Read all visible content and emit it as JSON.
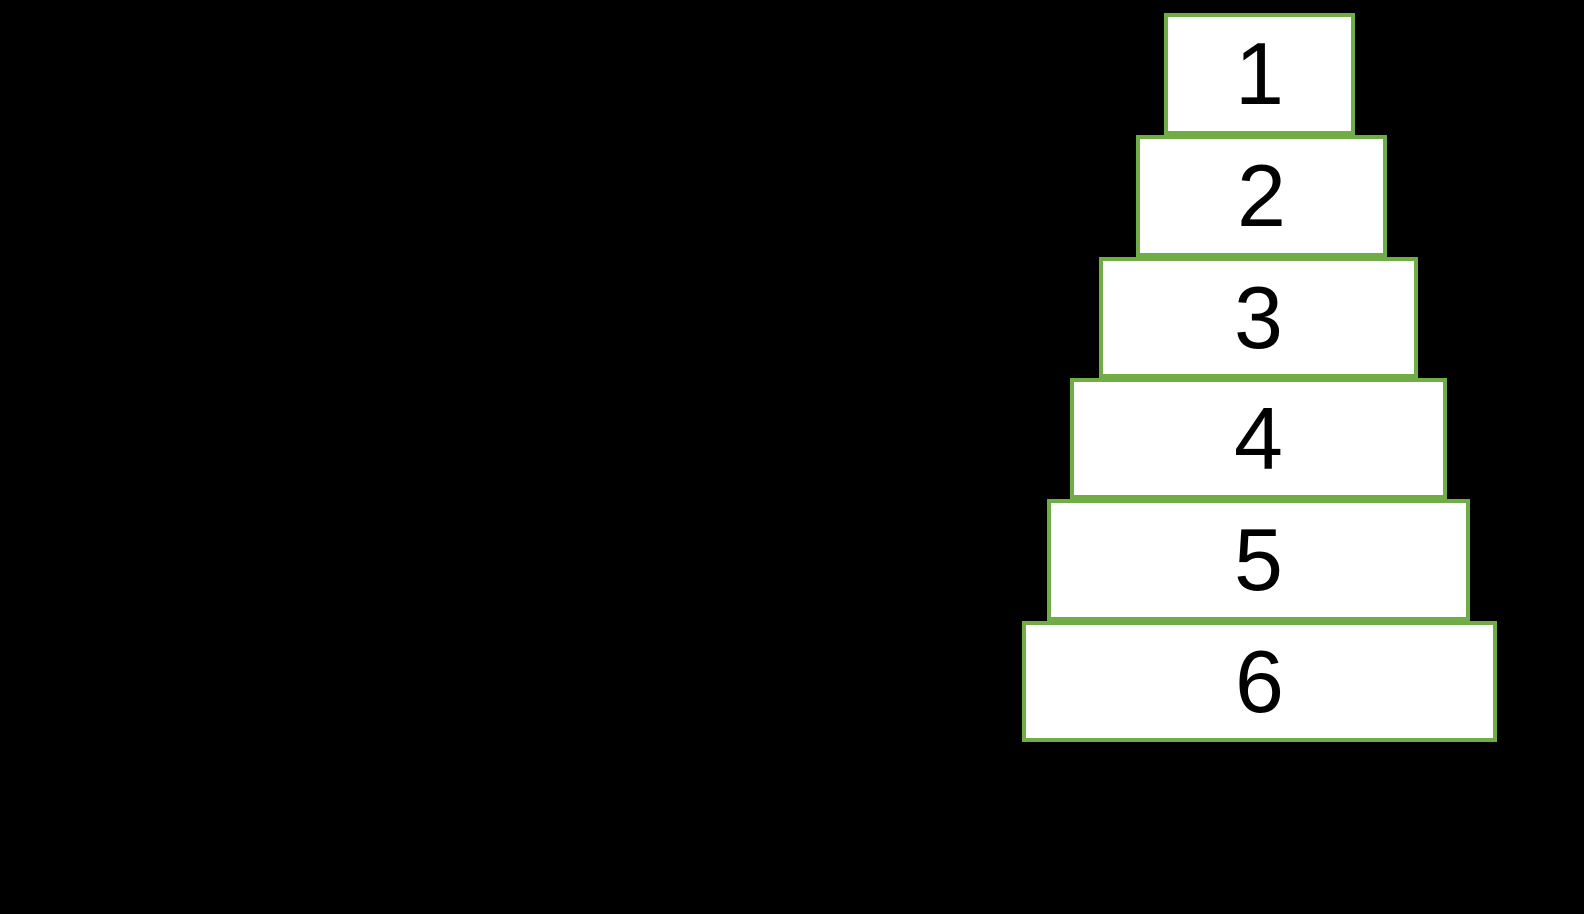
{
  "canvas": {
    "background": "#000000"
  },
  "diagram": {
    "type": "stacked-pyramid",
    "colors": {
      "border": "#70AD47",
      "fill": "#FFFFFF",
      "text": "#000000"
    },
    "levels": [
      {
        "label": "1"
      },
      {
        "label": "2"
      },
      {
        "label": "3"
      },
      {
        "label": "4"
      },
      {
        "label": "5"
      },
      {
        "label": "6"
      }
    ]
  }
}
